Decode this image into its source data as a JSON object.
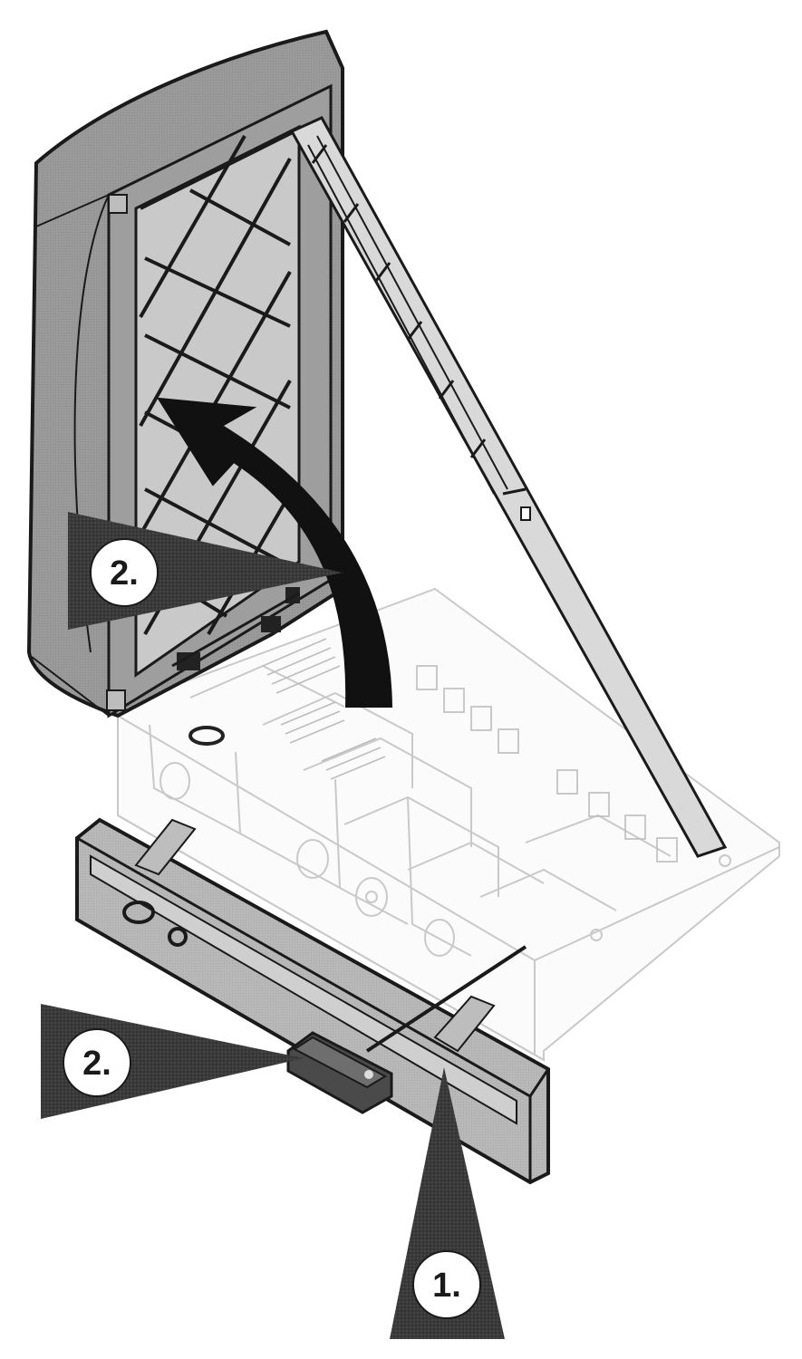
{
  "steps": {
    "step_top": "2.",
    "step_left": "2.",
    "step_bottom": "1."
  },
  "colors": {
    "ink": "#1a1a1a",
    "dark_fill": "#8f8f8f",
    "mid_fill": "#bdbdbd",
    "light_fill": "#e6e6e6",
    "ghost_line": "#c8c8c8",
    "pointer_fill": "#333333"
  }
}
